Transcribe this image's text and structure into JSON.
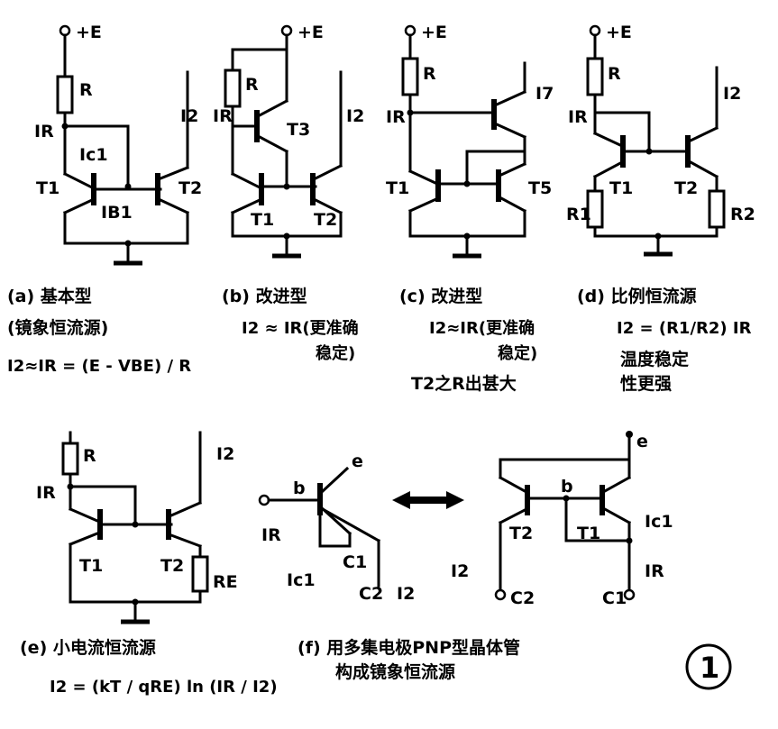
{
  "labels": {
    "plus_e": "+E",
    "r": "R",
    "ir": "IR",
    "ic1": "Ic1",
    "i2": "I2",
    "i7": "I7",
    "ib1": "IB1",
    "t1": "T1",
    "t2": "T2",
    "t3": "T3",
    "t5": "T5",
    "r1": "R1",
    "r2": "R2",
    "re": "RE",
    "e": "e",
    "b": "b",
    "c1": "C1",
    "c2": "C2"
  },
  "captions": {
    "a_title": "(a) 基本型",
    "a_sub": "(镜象恒流源)",
    "a_eq": "I2≈IR = (E - VBE) / R",
    "b_title": "(b) 改进型",
    "b_eq": "I2 ≈ IR(更准确",
    "b_eq2": "稳定)",
    "c_title": "(c) 改进型",
    "c_eq": "I2≈IR(更准确",
    "c_eq2": "稳定)",
    "c_note": "T2之R出甚大",
    "d_title": "(d) 比例恒流源",
    "d_eq": "I2 = (R1/R2) IR",
    "d_note1": "温度稳定",
    "d_note2": "性更强",
    "e_title": "(e) 小电流恒流源",
    "e_eq": "I2 = (kT / qRE) ln (IR / I2)",
    "f_title": "(f) 用多集电极PNP型晶体管",
    "f_sub": "构成镜象恒流源",
    "figure_number": "1"
  }
}
